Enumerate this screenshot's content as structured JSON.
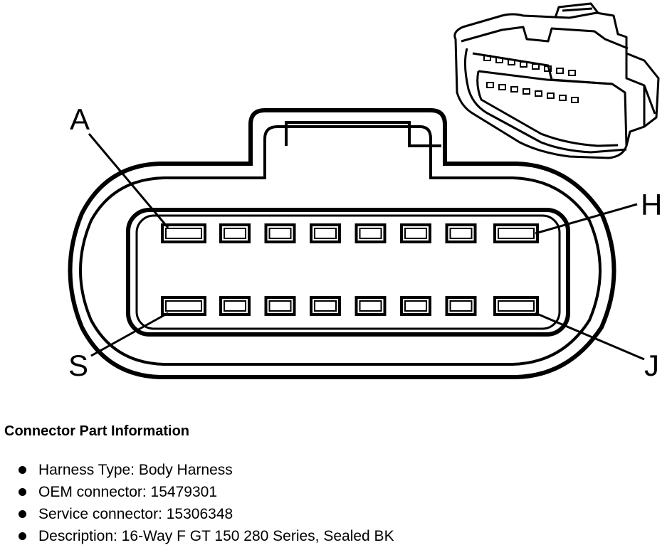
{
  "pin_labels": {
    "top_left": "A",
    "top_right": "H",
    "bottom_left": "S",
    "bottom_right": "J"
  },
  "connector": {
    "top_row_pins": 8,
    "bottom_row_pins": 8
  },
  "info": {
    "title": "Connector Part Information",
    "items": [
      "Harness Type: Body Harness",
      "OEM connector: 15479301",
      "Service connector: 15306348",
      "Description: 16-Way F GT 150 280 Series, Sealed BK"
    ]
  }
}
